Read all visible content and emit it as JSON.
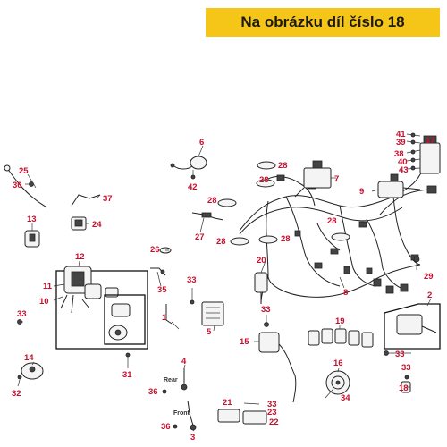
{
  "banner": {
    "text": "Na obrázku díl číslo 18",
    "color": "#f5c518"
  },
  "colors": {
    "callout": "#c8102e",
    "line": "#222222"
  },
  "diagram": {
    "callouts": [
      "1",
      "2",
      "3",
      "4",
      "5",
      "6",
      "7",
      "8",
      "9",
      "10",
      "11",
      "12",
      "13",
      "14",
      "15",
      "16",
      "17",
      "18",
      "19",
      "20",
      "21",
      "22",
      "23",
      "24",
      "25",
      "26",
      "27",
      "28",
      "29",
      "30",
      "31",
      "32",
      "33",
      "34",
      "35",
      "36",
      "37",
      "38",
      "39",
      "40",
      "41",
      "42",
      "43"
    ],
    "labels": {
      "rear": "Rear",
      "front": "Front"
    }
  }
}
